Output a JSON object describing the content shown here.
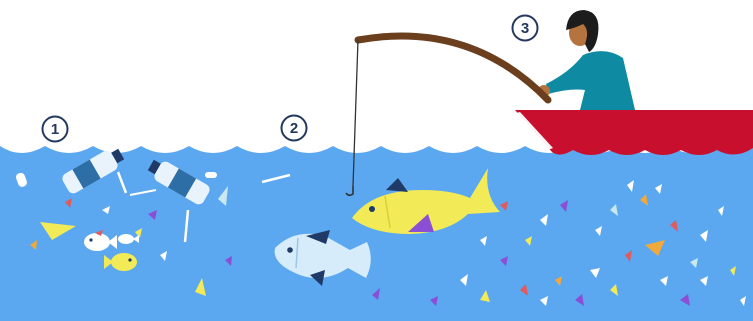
{
  "steps": [
    {
      "label": "1"
    },
    {
      "label": "2"
    },
    {
      "label": "3"
    }
  ],
  "colors": {
    "sky": "#ffffff",
    "water": "#5ba7f0",
    "boat": "#c8102e",
    "rod": "#6b3e1e",
    "fish_yellow": "#f2ea56",
    "fish_pale_blue": "#d6ecfa",
    "accent_navy": "#1f3a66",
    "accent_purple": "#8b4fd6",
    "jacket": "#0f8aa3",
    "step_circle": "#23385e"
  },
  "icons": [
    "plastic-bottle-icon",
    "fish-icon",
    "fishing-rod-icon",
    "boat-icon",
    "person-icon",
    "fishing-hook-icon"
  ]
}
